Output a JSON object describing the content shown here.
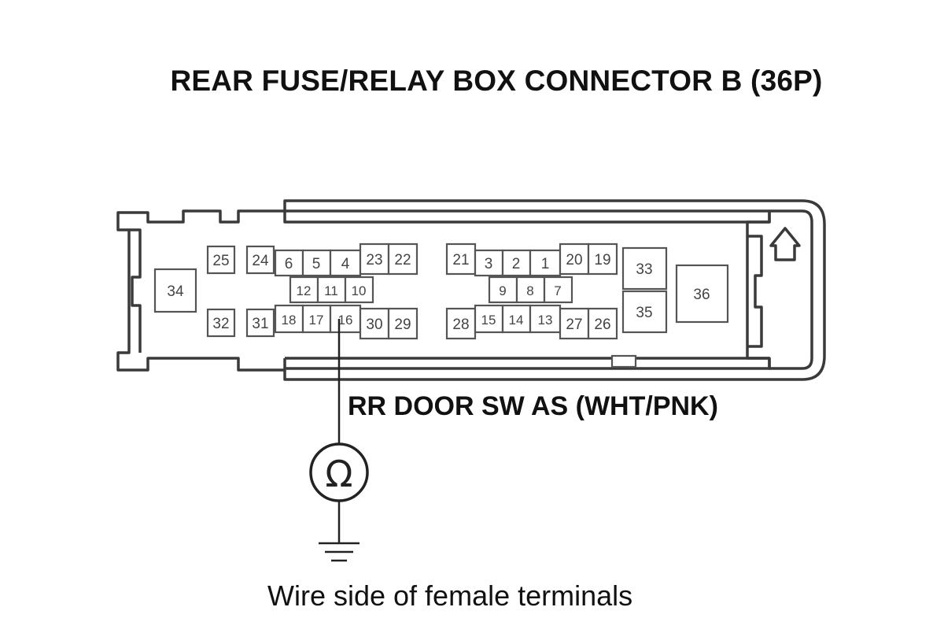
{
  "title": "REAR FUSE/RELAY BOX CONNECTOR B (36P)",
  "wire_label": "RR DOOR SW AS (WHT/PNK)",
  "caption": "Wire side of female terminals",
  "ohmmeter_symbol": "Ω",
  "probe_terminal": "16",
  "terminals": {
    "t1": "1",
    "t2": "2",
    "t3": "3",
    "t4": "4",
    "t5": "5",
    "t6": "6",
    "t7": "7",
    "t8": "8",
    "t9": "9",
    "t10": "10",
    "t11": "11",
    "t12": "12",
    "t13": "13",
    "t14": "14",
    "t15": "15",
    "t16": "16",
    "t17": "17",
    "t18": "18",
    "t19": "19",
    "t20": "20",
    "t21": "21",
    "t22": "22",
    "t23": "23",
    "t24": "24",
    "t25": "25",
    "t26": "26",
    "t27": "27",
    "t28": "28",
    "t29": "29",
    "t30": "30",
    "t31": "31",
    "t32": "32",
    "t33": "33",
    "t34": "34",
    "t35": "35",
    "t36": "36"
  }
}
